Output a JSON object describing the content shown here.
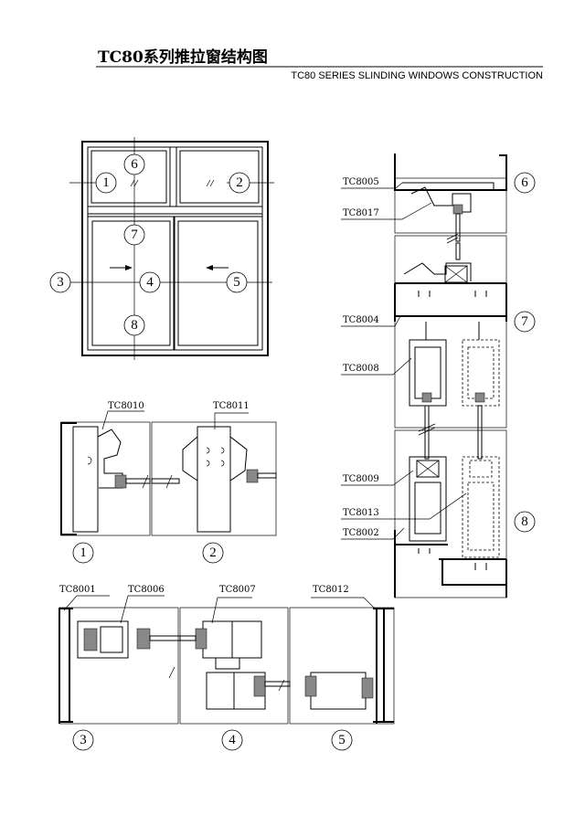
{
  "title": {
    "cn": "TC80系列推拉窗结构图",
    "en": "TC80 SERIES SLINDING WINDOWS CONSTRUCTION"
  },
  "elevation": {
    "markers": [
      "1",
      "2",
      "3",
      "4",
      "5",
      "6",
      "7",
      "8"
    ]
  },
  "section_vertical": {
    "codes": [
      "TC8005",
      "TC8017",
      "TC8004",
      "TC8008",
      "TC8009",
      "TC8013",
      "TC8002"
    ],
    "markers": [
      "6",
      "7",
      "8"
    ]
  },
  "section_1_2": {
    "codes": [
      "TC8010",
      "TC8011"
    ],
    "markers": [
      "1",
      "2"
    ]
  },
  "section_3_4_5": {
    "codes": [
      "TC8001",
      "TC8006",
      "TC8007",
      "TC8012"
    ],
    "markers": [
      "3",
      "4",
      "5"
    ]
  }
}
